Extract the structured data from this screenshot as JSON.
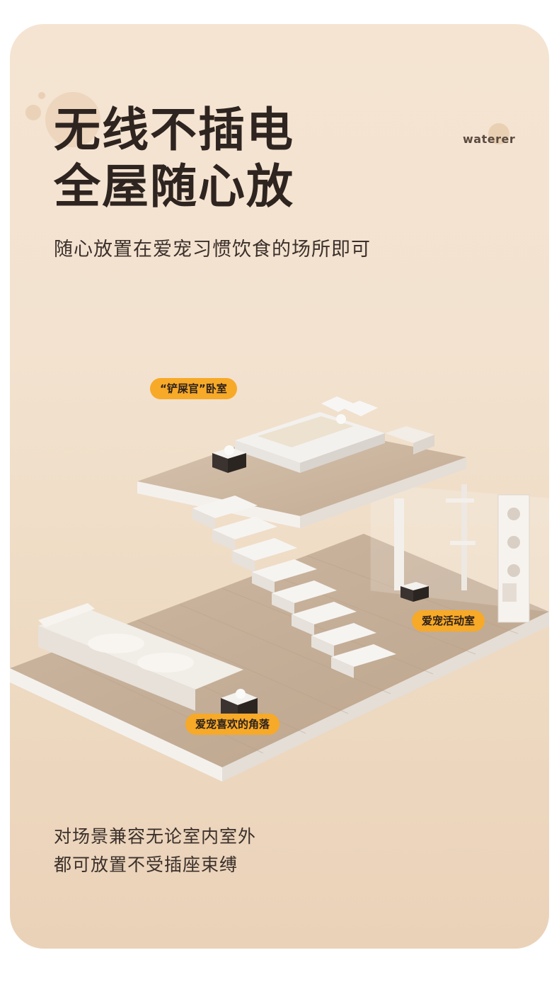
{
  "brand": "waterer",
  "headline": [
    "无线不插电",
    "全屋随心放"
  ],
  "subtitle": "随心放置在爱宠习惯饮食的场所即可",
  "tags": {
    "bedroom": "“铲屎官”卧室",
    "activity_room": "爱宠活动室",
    "favorite_corner": "爱宠喜欢的角落"
  },
  "footer": [
    "对场景兼容无论室内室外",
    "都可放置不受插座束缚"
  ],
  "colors": {
    "background_top": "#f5e4d2",
    "background_bottom": "#ead2b8",
    "tag": "#f7a928",
    "headline": "#2e2420"
  }
}
